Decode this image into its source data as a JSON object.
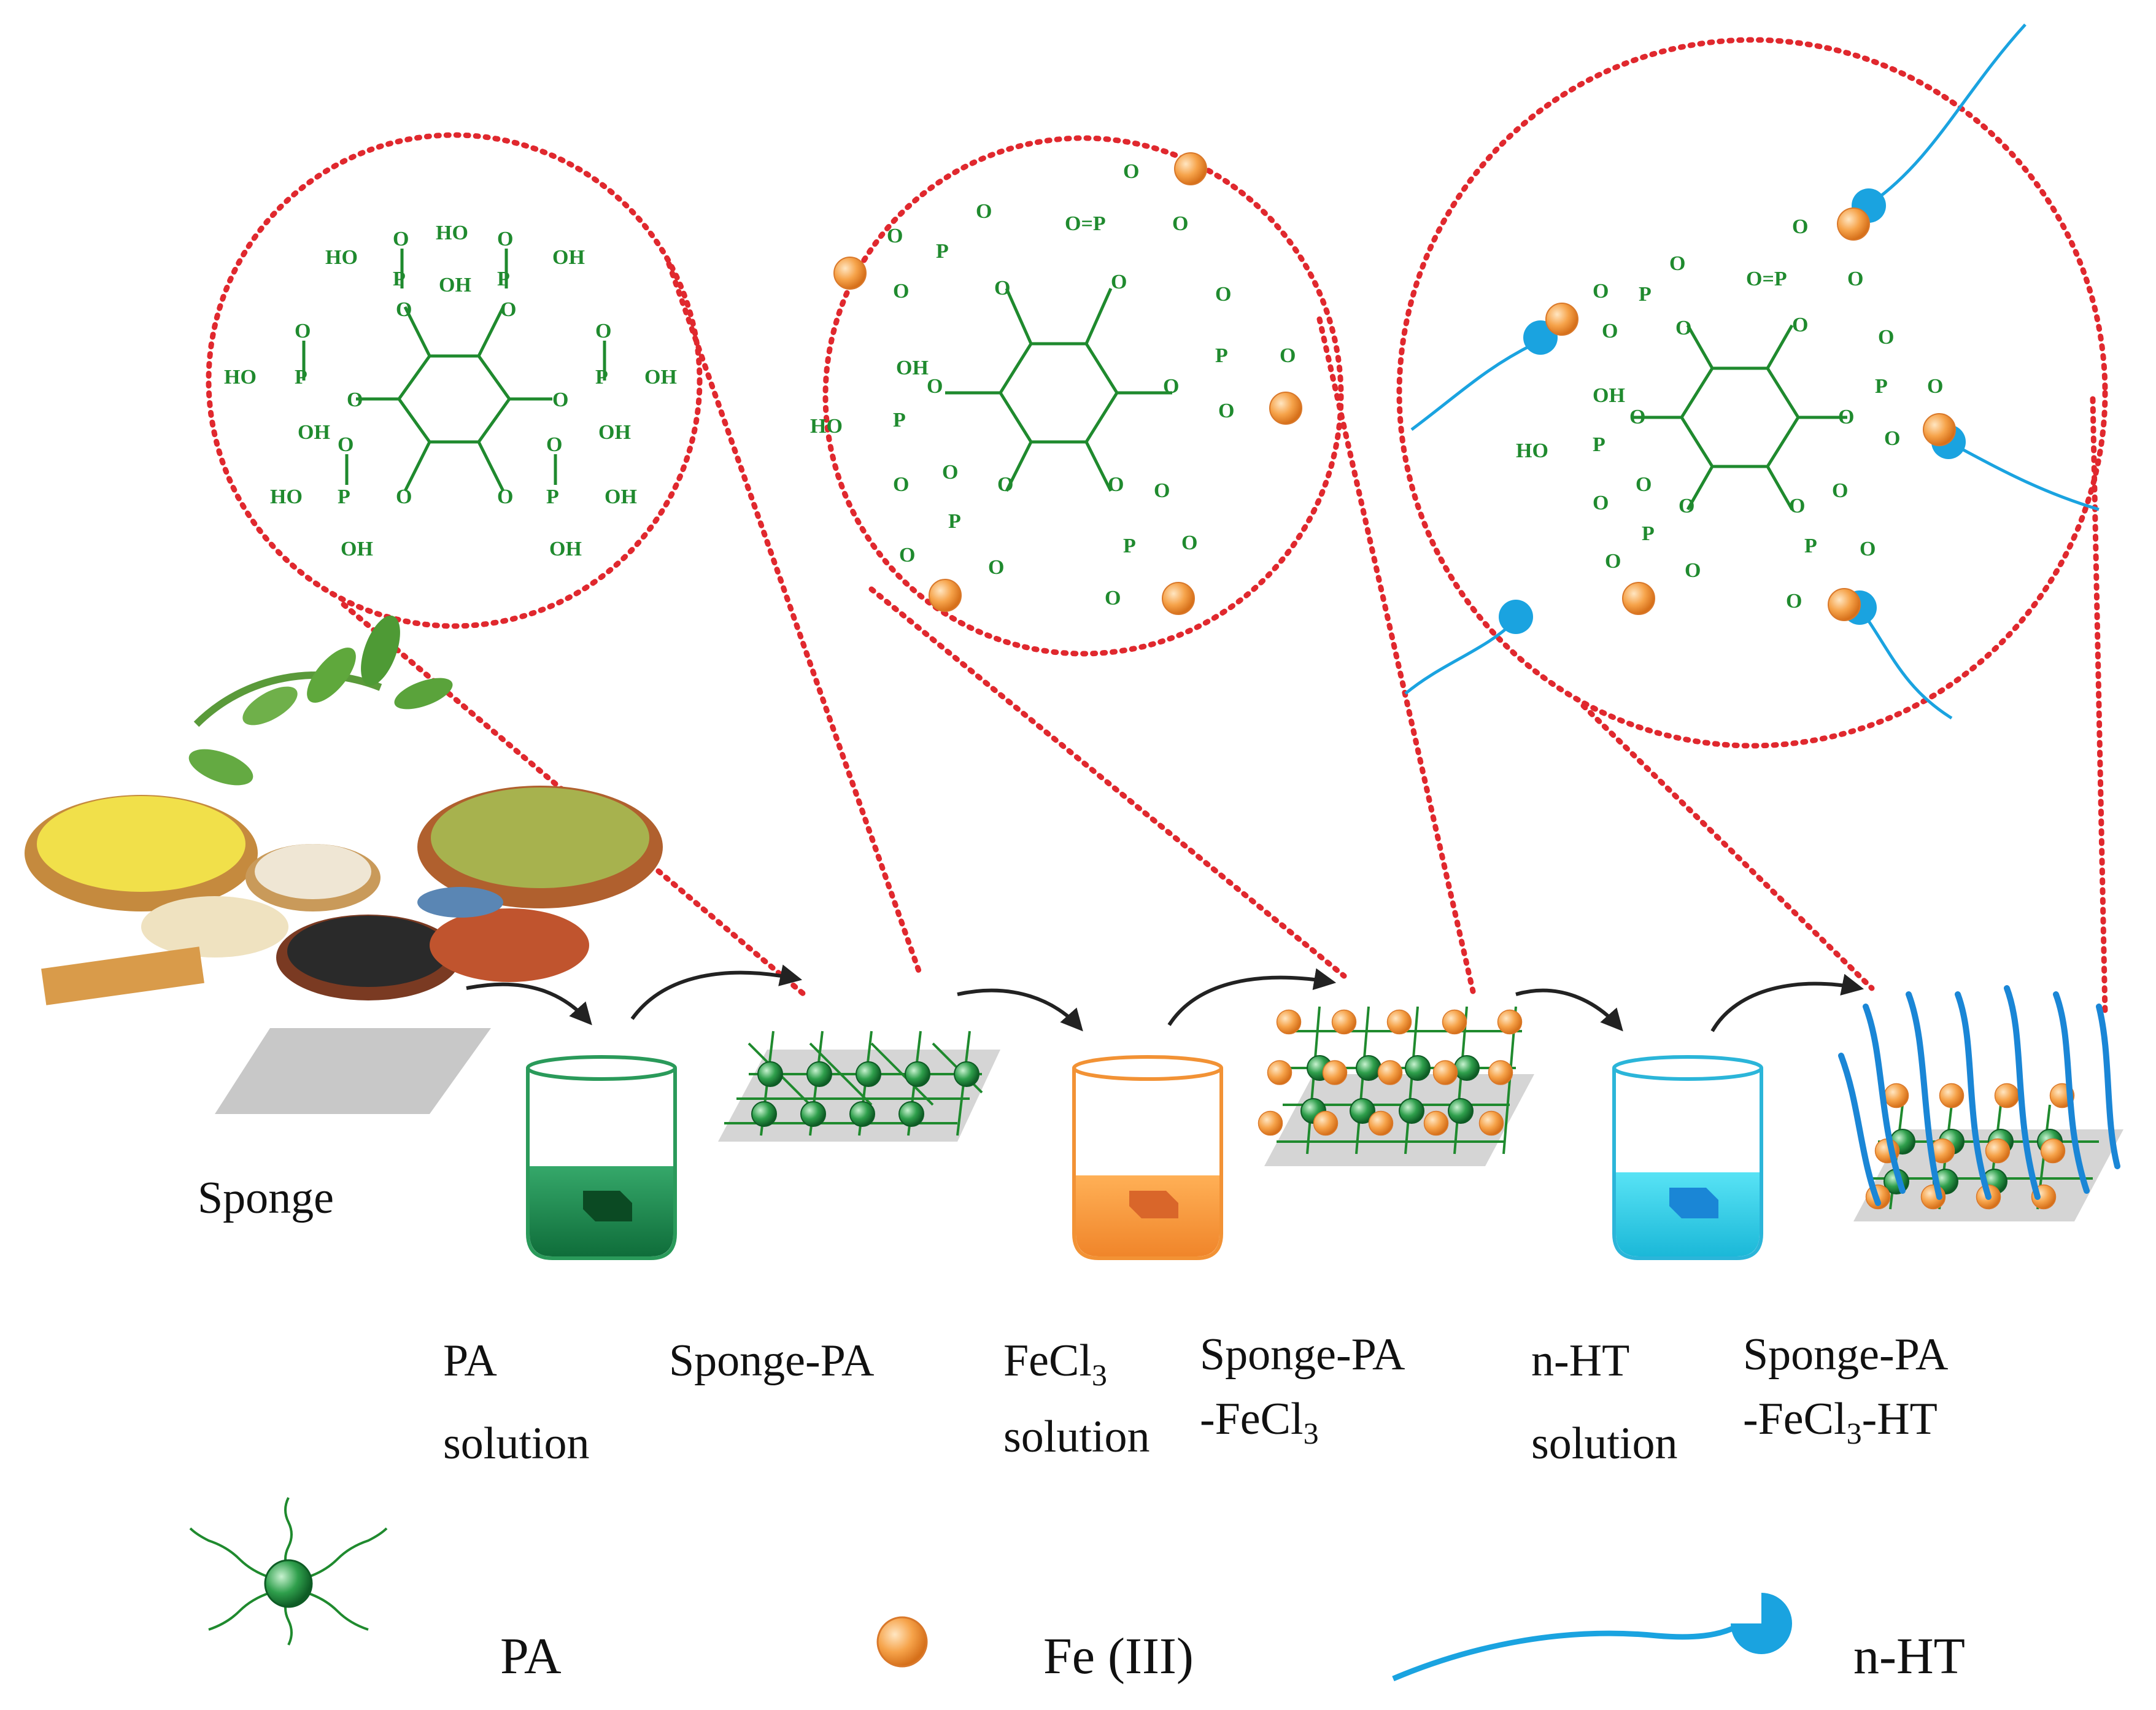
{
  "labels": {
    "sponge": "Sponge",
    "pa_solution_1": "PA",
    "pa_solution_2": "solution",
    "sponge_pa": "Sponge-PA",
    "fecl3_solution_1": "FeCl",
    "fecl3_solution_sub": "3",
    "fecl3_solution_2": "solution",
    "sponge_pa_fecl3_1": "Sponge-PA",
    "sponge_pa_fecl3_2": "-FeCl",
    "sponge_pa_fecl3_sub": "3",
    "nht_solution_1": "n-HT",
    "nht_solution_2": "solution",
    "sponge_pa_fecl3_ht_1": "Sponge-PA",
    "sponge_pa_fecl3_ht_2": "-FeCl",
    "sponge_pa_fecl3_ht_sub": "3",
    "sponge_pa_fecl3_ht_3": "-HT"
  },
  "legend": {
    "pa": "PA",
    "fe": "Fe (III)",
    "nht": "n-HT"
  },
  "chem": {
    "oh": "OH",
    "ho": "HO",
    "o": "O",
    "p": "P",
    "op": "O=P"
  },
  "colors": {
    "pa_green": "#1f8a2e",
    "fe_orange": "#f39a3a",
    "nht_blue": "#1aa3e0",
    "dotted_red": "#e0282e",
    "sponge_gray": "#c8c8c8"
  },
  "icons": {
    "seeds": "grain-bowls-illustration",
    "beaker": "beaker-icon"
  }
}
